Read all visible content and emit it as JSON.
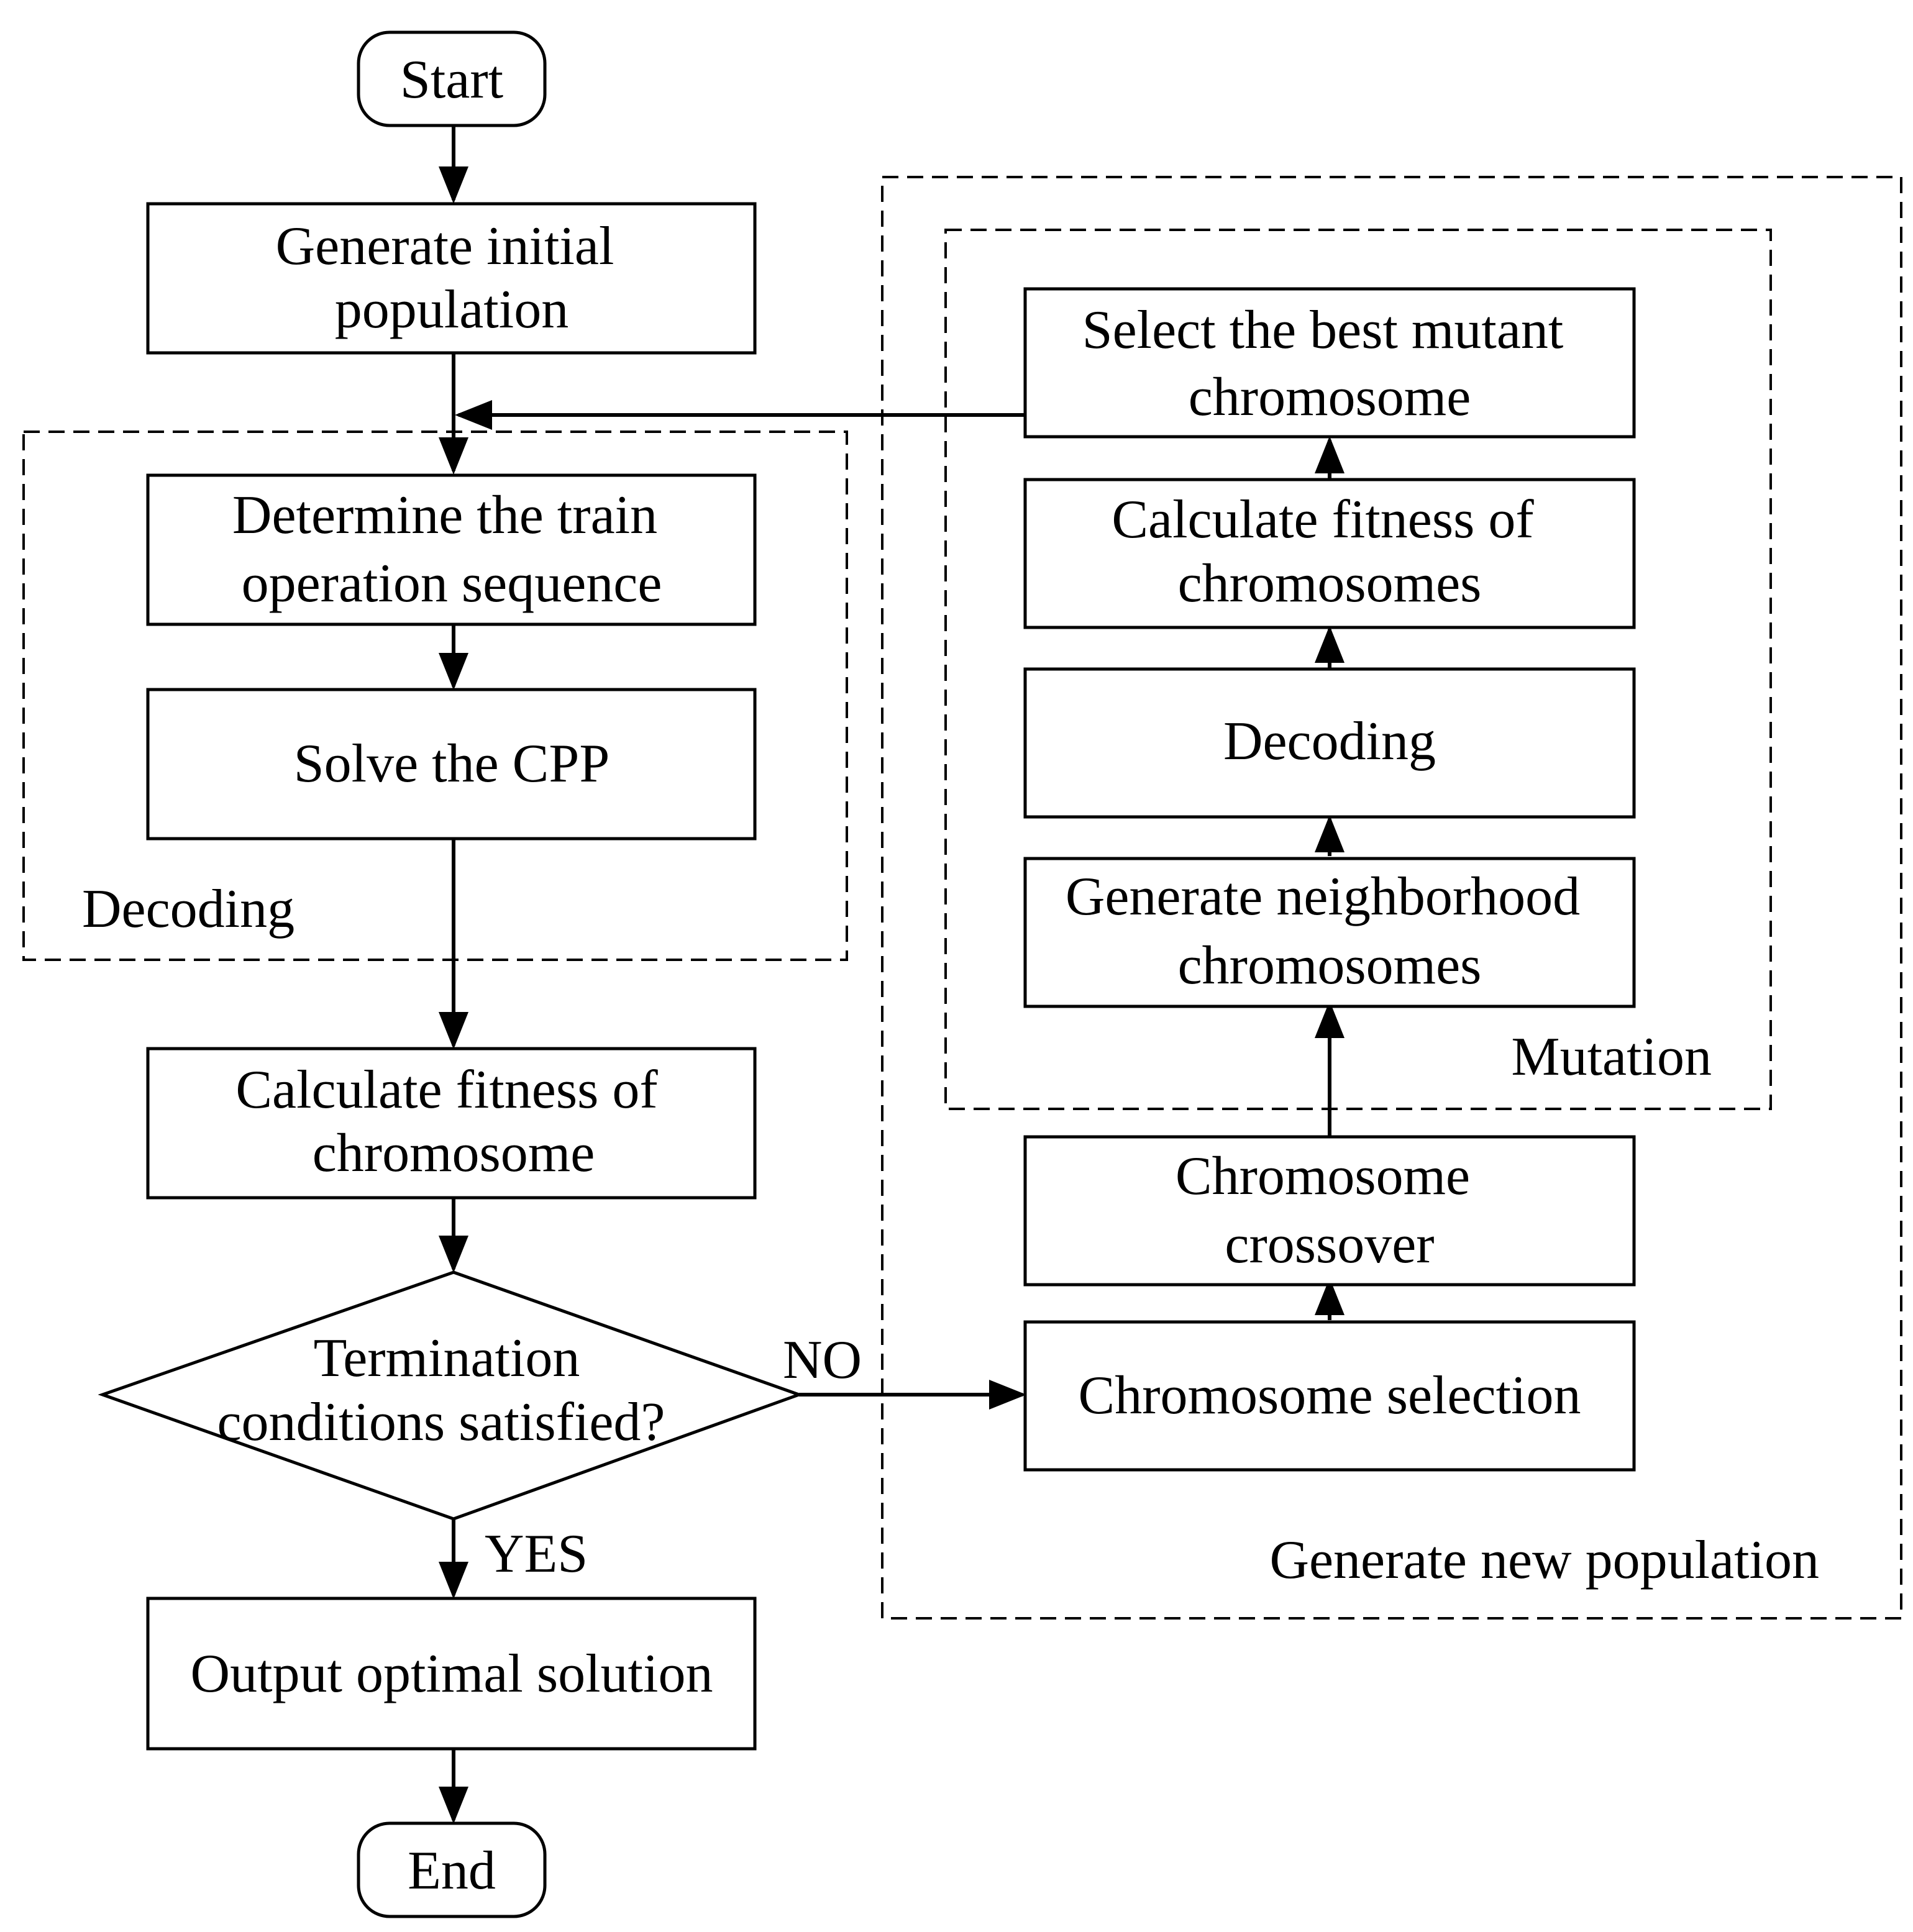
{
  "nodes": {
    "start": "Start",
    "generate_initial": [
      "Generate initial",
      "population"
    ],
    "determine_sequence": [
      "Determine the train",
      "operation sequence"
    ],
    "solve_cpp": "Solve the CPP",
    "calc_fitness_main": [
      "Calculate fitness of",
      "chromosome"
    ],
    "termination": [
      "Termination",
      "conditions satisfied?"
    ],
    "output_optimal": "Output optimal solution",
    "end": "End",
    "select_best_mutant": [
      "Select the best mutant",
      "chromosome"
    ],
    "calc_fitness_mut": [
      "Calculate fitness of",
      "chromosomes"
    ],
    "decoding_mut": "Decoding",
    "generate_neighborhood": [
      "Generate neighborhood",
      "chromosomes"
    ],
    "chromosome_crossover": [
      "Chromosome",
      "crossover"
    ],
    "chromosome_selection": "Chromosome selection"
  },
  "edge_labels": {
    "no": "NO",
    "yes": "YES"
  },
  "groups": {
    "decoding": "Decoding",
    "mutation": "Mutation",
    "generate_new_population": "Generate new population"
  },
  "colors": {
    "stroke": "#000000",
    "background": "#ffffff"
  }
}
